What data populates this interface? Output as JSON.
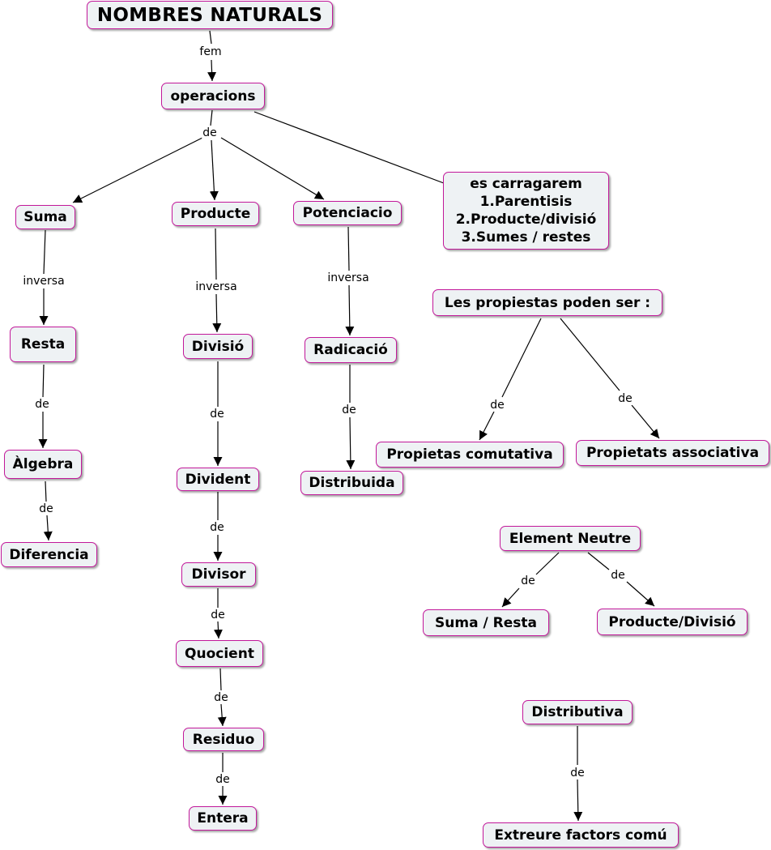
{
  "nodes": {
    "nombres": "NOMBRES NATURALS",
    "operacions": "operacions",
    "suma": "Suma",
    "producte": "Producte",
    "potenciacio": "Potenciacio",
    "ordre": [
      "es carragarem",
      "1.Parentisis",
      "2.Producte/divisió",
      "3.Sumes / restes"
    ],
    "resta": "Resta",
    "divisio": "Divisió",
    "radicacio": "Radicació",
    "algebra": "Àlgebra",
    "divident": "Divident",
    "distribuida": "Distribuida",
    "diferencia": "Diferencia",
    "divisor": "Divisor",
    "quocient": "Quocient",
    "residuo": "Residuo",
    "entera": "Entera",
    "propiestas": "Les propiestas poden ser :",
    "comutativa": "Propietas comutativa",
    "associativa": "Propietats associativa",
    "neutre": "Element Neutre",
    "suma_resta": "Suma / Resta",
    "producte_divisio": "Producte/Divisió",
    "distributiva": "Distributiva",
    "extreure": "Extreure factors comú"
  },
  "links": {
    "fem": "fem",
    "de": "de",
    "inversa": "inversa"
  },
  "colors": {
    "node_border": "#c2189a",
    "node_fill": "#eef2f4",
    "line": "#000000"
  }
}
